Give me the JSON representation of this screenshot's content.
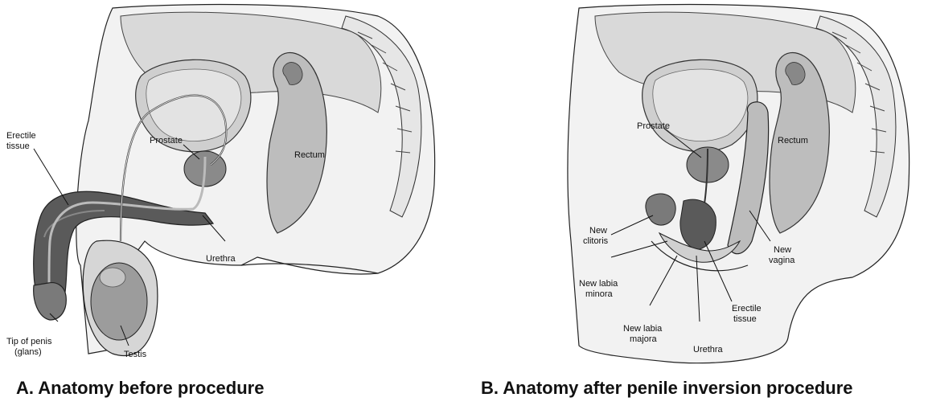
{
  "panel_a": {
    "caption": "A. Anatomy before procedure",
    "labels": {
      "erectile_tissue_1": "Erectile",
      "erectile_tissue_2": "tissue",
      "prostate": "Prostate",
      "rectum": "Rectum",
      "urethra": "Urethra",
      "tip_of_penis_1": "Tip of penis",
      "tip_of_penis_2": "(glans)",
      "testis": "Testis"
    }
  },
  "panel_b": {
    "caption": "B. Anatomy after penile inversion procedure",
    "labels": {
      "prostate": "Prostate",
      "rectum": "Rectum",
      "new_clitoris_1": "New",
      "new_clitoris_2": "clitoris",
      "new_labia_minora_1": "New labia",
      "new_labia_minora_2": "minora",
      "new_labia_majora_1": "New labia",
      "new_labia_majora_2": "majora",
      "urethra": "Urethra",
      "erectile_tissue_1": "Erectile",
      "erectile_tissue_2": "tissue",
      "new_vagina_1": "New",
      "new_vagina_2": "vagina"
    }
  },
  "colors": {
    "tissue_light": "#d9d9d9",
    "tissue_mid": "#a6a6a6",
    "tissue_dark": "#555555",
    "outline": "#222222"
  }
}
